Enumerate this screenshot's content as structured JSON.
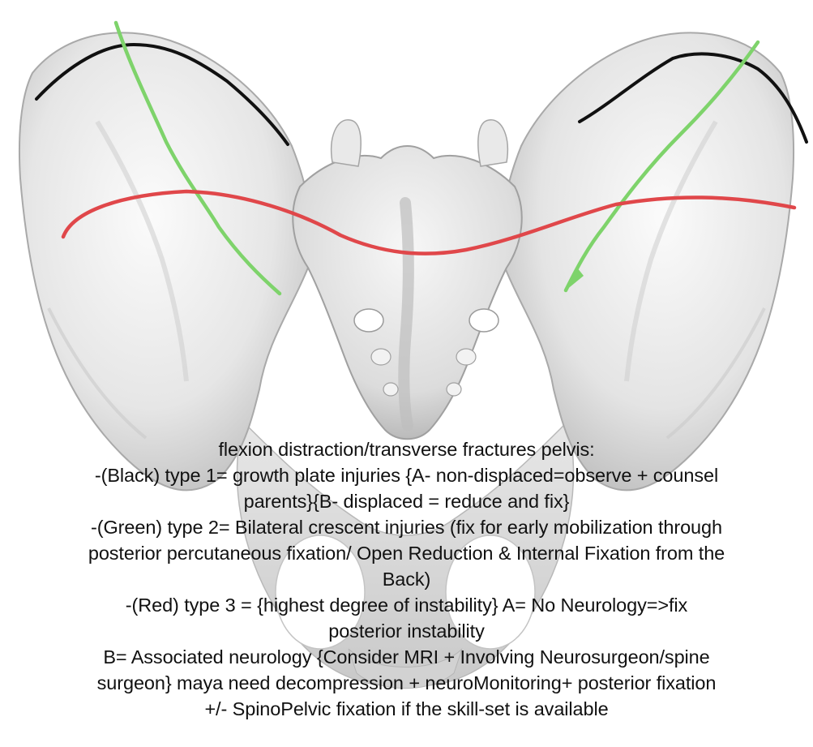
{
  "figure": {
    "subject": "pelvis-3d-render",
    "colors": {
      "bone_light": "#f4f4f4",
      "bone_mid": "#d9d9d9",
      "bone_shadow": "#a8a8a8",
      "black_line": "#111111",
      "green_line": "#7ed36b",
      "red_line": "#e0474a"
    }
  },
  "caption": {
    "lines": [
      "flexion distraction/transverse fractures pelvis:",
      "-(Black) type 1= growth plate injuries {A- non-displaced=observe + counsel",
      "parents}{B- displaced = reduce and fix}",
      "-(Green) type 2= Bilateral crescent injuries (fix for early mobilization through",
      "posterior percutaneous fixation/ Open Reduction & Internal Fixation from the",
      "Back)",
      "-(Red) type 3 = {highest degree of instability} A= No Neurology=>fix",
      "posterior instability",
      "B= Associated neurology {Consider MRI + Involving Neurosurgeon/spine",
      "surgeon} maya need decompression + neuroMonitoring+ posterior fixation",
      "+/- SpinoPelvic fixation if the skill-set is available"
    ]
  }
}
